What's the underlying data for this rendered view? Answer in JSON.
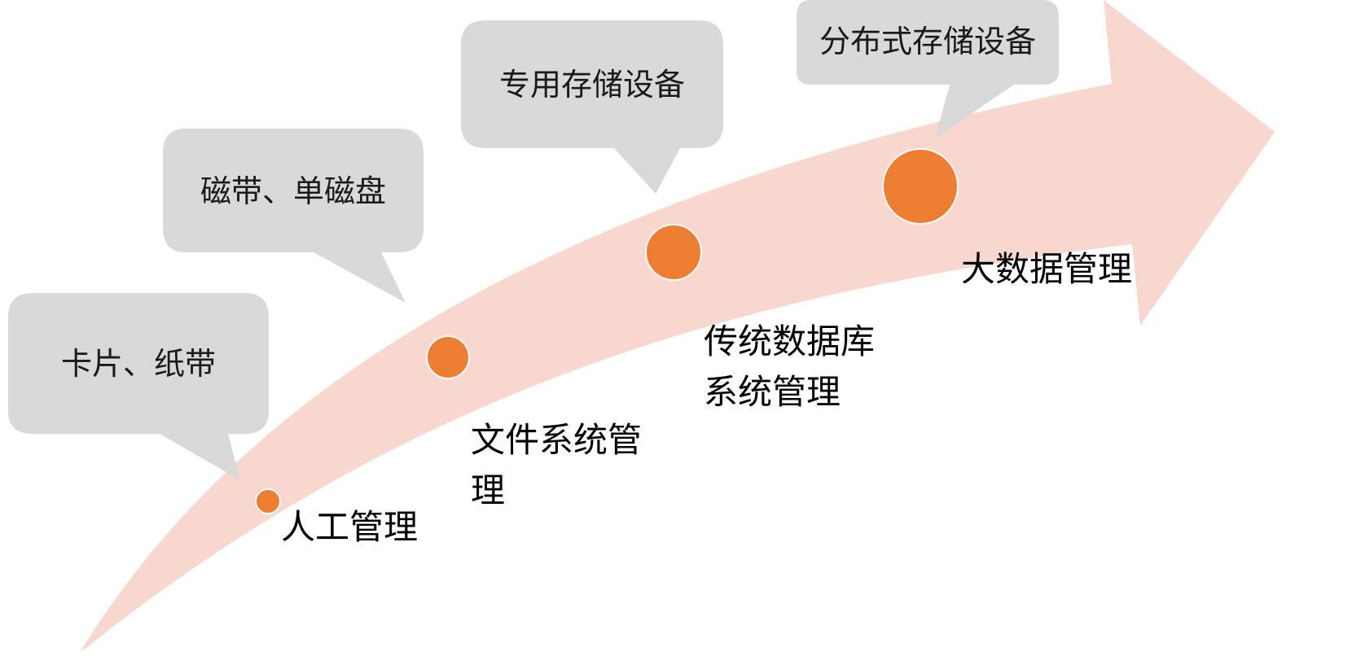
{
  "colors": {
    "arrow": "#f8d7cf",
    "callout_fill": "#d9d9d9",
    "dot_fill": "#ed7d31",
    "dot_stroke": "#ffffff"
  },
  "stages": [
    {
      "name": "人工管理",
      "device": "卡片、纸带",
      "dot_size": "small"
    },
    {
      "name": "文件系统管理",
      "device": "磁带、单磁盘",
      "dot_size": "medium"
    },
    {
      "name": "传统数据库系统管理",
      "device": "专用存储设备",
      "dot_size": "medium-large"
    },
    {
      "name": "大数据管理",
      "device": "分布式存储设备",
      "dot_size": "large"
    }
  ],
  "labels": {
    "stage1": "人工管理",
    "stage2_line1": "文件系统管",
    "stage2_line2": "理",
    "stage3_line1": "传统数据库",
    "stage3_line2": "系统管理",
    "stage4": "大数据管理"
  },
  "callouts": {
    "c1": "卡片、纸带",
    "c2": "磁带、单磁盘",
    "c3": "专用存储设备",
    "c4": "分布式存储设备"
  }
}
